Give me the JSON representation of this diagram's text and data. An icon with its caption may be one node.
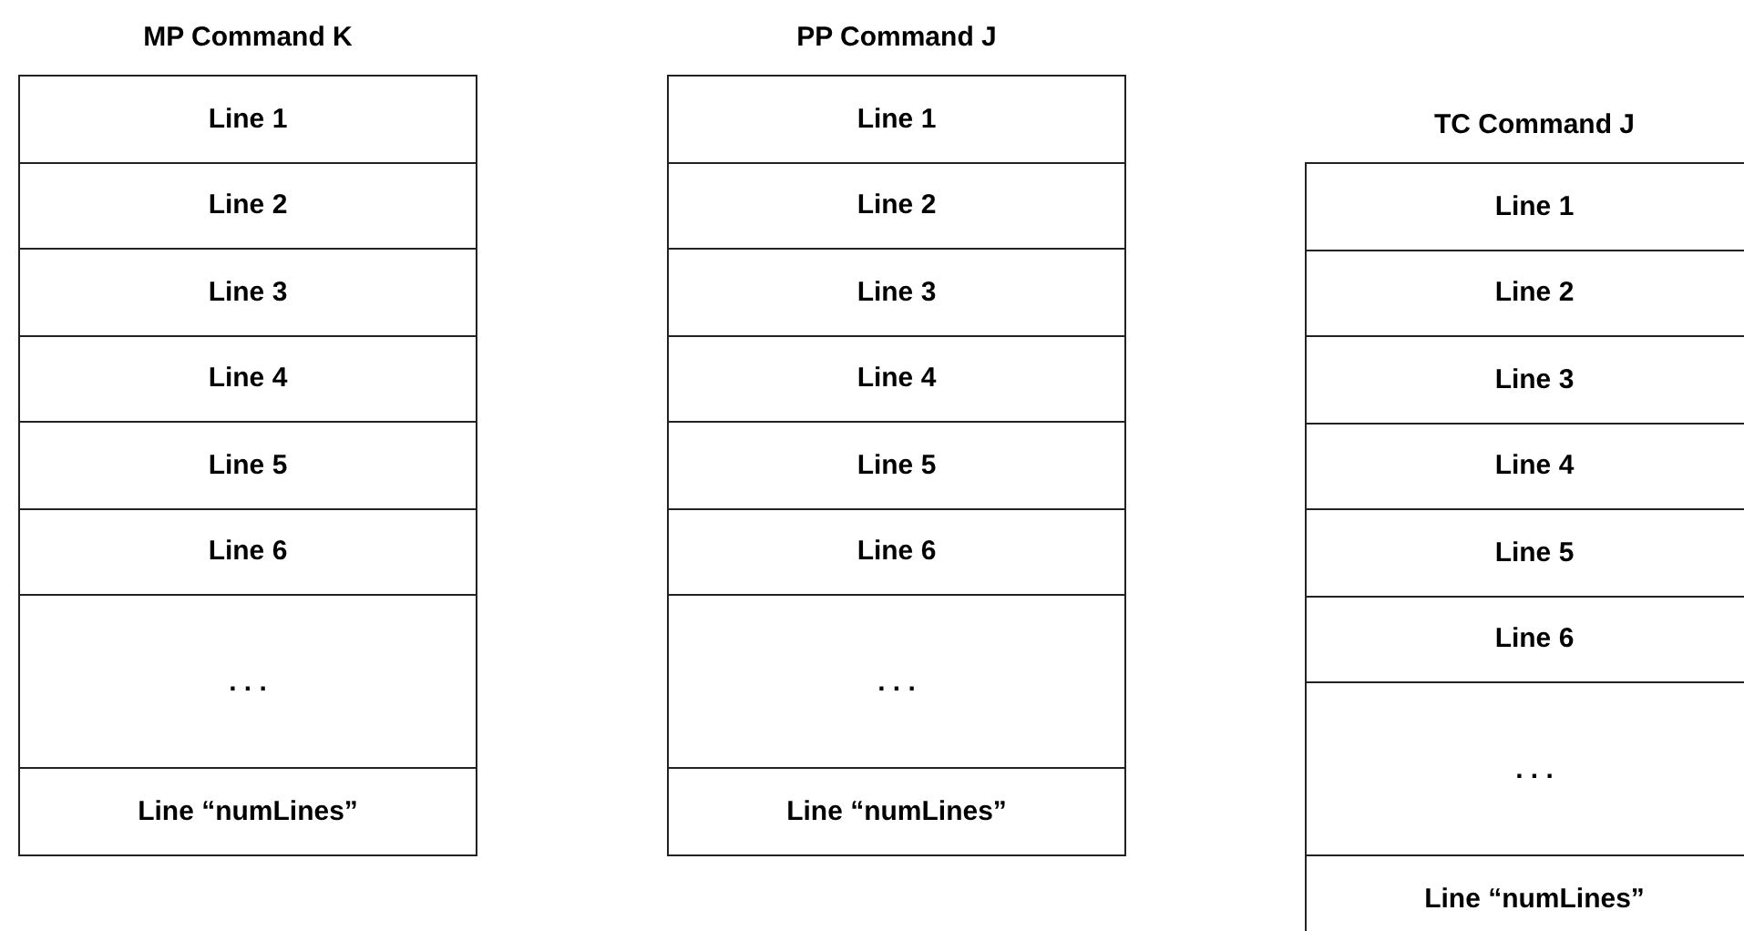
{
  "diagram": {
    "nodes": [
      {
        "text": [
          "MP Command K"
        ]
      },
      {
        "text": [
          "Line 1"
        ],
        "in": 0
      },
      {
        "text": [
          "Line 2"
        ],
        "in": 0
      },
      {
        "text": [
          "Line 3"
        ],
        "in": 0
      },
      {
        "text": [
          "Line 4"
        ],
        "in": 0
      },
      {
        "text": [
          "Line 5"
        ],
        "in": 0
      },
      {
        "text": [
          "Line 6"
        ],
        "in": 0
      },
      {
        "text": [
          ". . ."
        ],
        "in": 0
      },
      {
        "text": [
          "Line “numLines”"
        ],
        "in": 0
      },
      {
        "text": [
          "PP Command J"
        ]
      },
      {
        "text": [
          "Line 1"
        ],
        "in": 9
      },
      {
        "text": [
          "Line 2"
        ],
        "in": 9
      },
      {
        "text": [
          "Line 3"
        ],
        "in": 9
      },
      {
        "text": [
          "Line 4"
        ],
        "in": 9
      },
      {
        "text": [
          "Line 5"
        ],
        "in": 9
      },
      {
        "text": [
          "Line 6"
        ],
        "in": 9
      },
      {
        "text": [
          ". . ."
        ],
        "in": 9
      },
      {
        "text": [
          "Line “numLines”"
        ],
        "in": 9
      },
      {
        "text": [
          "TC Command J"
        ]
      },
      {
        "text": [
          "Line 1"
        ],
        "in": 18
      },
      {
        "text": [
          "Line 2"
        ],
        "in": 18
      },
      {
        "text": [
          "Line 3"
        ],
        "in": 18
      },
      {
        "text": [
          "Line 4"
        ],
        "in": 18
      },
      {
        "text": [
          "Line 5"
        ],
        "in": 18
      },
      {
        "text": [
          "Line 6"
        ],
        "in": 18
      },
      {
        "text": [
          ". . ."
        ],
        "in": 18
      },
      {
        "text": [
          "Line “numLines”"
        ],
        "in": 18
      }
    ]
  }
}
